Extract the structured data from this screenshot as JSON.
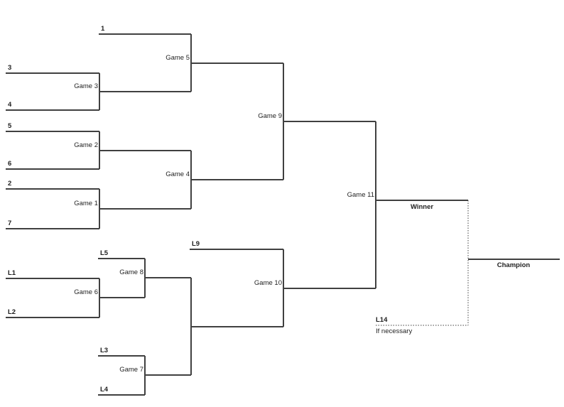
{
  "bracket": {
    "type": "double-elimination-tournament",
    "upper": {
      "seeds": {
        "s1": "1",
        "s3": "3",
        "s4": "4",
        "s5": "5",
        "s6": "6",
        "s2": "2",
        "s7": "7"
      },
      "games": {
        "g1": "Game 1",
        "g2": "Game 2",
        "g3": "Game 3",
        "g4": "Game 4",
        "g5": "Game 5",
        "g9": "Game 9"
      }
    },
    "lower": {
      "entries": {
        "l1": "L1",
        "l2": "L2",
        "l3": "L3",
        "l4": "L4",
        "l5": "L5",
        "l9": "L9"
      },
      "games": {
        "g6": "Game 6",
        "g7": "Game 7",
        "g8": "Game 8",
        "g10": "Game 10"
      }
    },
    "finals": {
      "game": "Game 11",
      "winner_label": "Winner",
      "champion_label": "Champion",
      "l14_label": "L14",
      "if_necessary_label": "If necessary"
    },
    "colors": {
      "line": "#404040",
      "text": "#1f1f1f",
      "background": "#ffffff"
    }
  }
}
